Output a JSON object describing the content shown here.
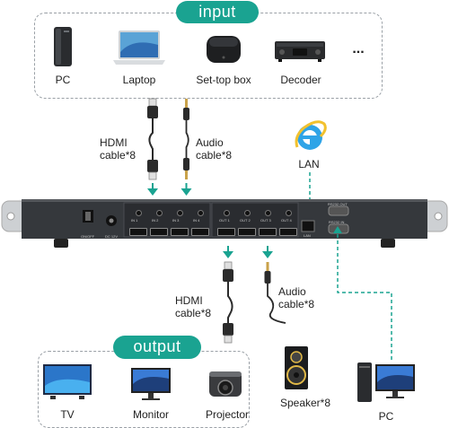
{
  "input": {
    "title": "input",
    "devices": [
      "PC",
      "Laptop",
      "Set-top box",
      "Decoder"
    ],
    "more": "..."
  },
  "input_cables": {
    "hdmi": [
      "HDMI",
      "cable*8"
    ],
    "audio": [
      "Audio",
      "cable*8"
    ]
  },
  "lan": {
    "label": "LAN"
  },
  "unit": {
    "power_label": "ON/OFF",
    "dc_label": "DC 12V",
    "rs232_out": "RS232 OUT",
    "rs232_in": "RS232 IN",
    "lan": "LAN",
    "input_ports": [
      "IN 1",
      "IN 2",
      "IN 3",
      "IN 4"
    ],
    "output_ports": [
      "OUT 1",
      "OUT 2",
      "OUT 3",
      "OUT 4"
    ]
  },
  "output_cables": {
    "hdmi": [
      "HDMI",
      "cable*8"
    ],
    "audio": [
      "Audio",
      "cable*8"
    ]
  },
  "speaker": {
    "label": "Speaker*8"
  },
  "output": {
    "title": "output",
    "devices": [
      "TV",
      "Monitor",
      "Projector"
    ]
  },
  "control_pc": {
    "label": "PC"
  },
  "colors": {
    "accent": "#1aa391",
    "chassis": "#35383c"
  }
}
